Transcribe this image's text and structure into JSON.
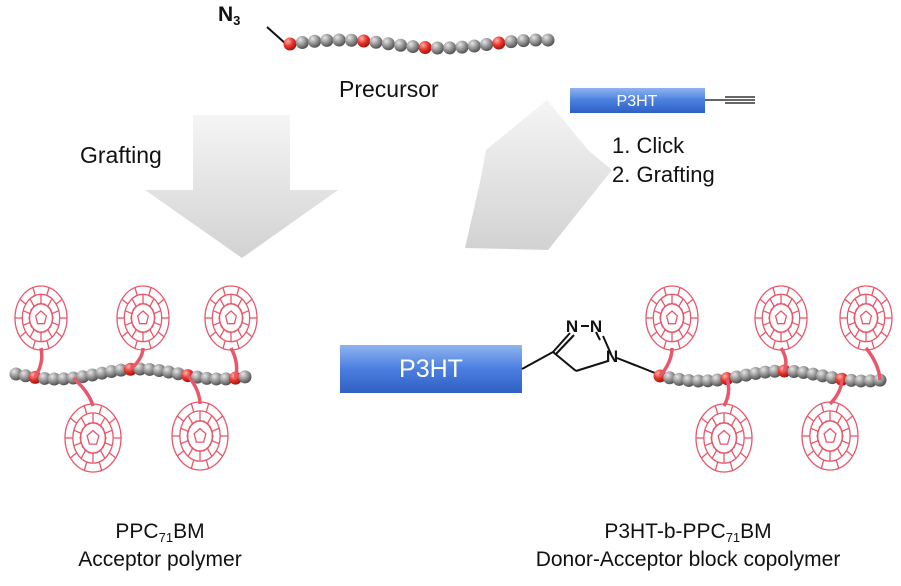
{
  "precursor": {
    "azide_symbol": "N",
    "azide_subscript": "3",
    "label": "Precursor"
  },
  "grafting_label": "Grafting",
  "p3ht_small": {
    "label": "P3HT"
  },
  "steps": [
    "1. Click",
    "2. Grafting"
  ],
  "p3ht_large": {
    "label": "P3HT"
  },
  "triazole": {
    "n1": "N",
    "n2": "N",
    "n3": "N"
  },
  "left_product": {
    "name_prefix": "PPC",
    "name_subscript": "71",
    "name_suffix": "BM",
    "description": "Acceptor polymer"
  },
  "right_product": {
    "name_prefix": "P3HT-b-PPC",
    "name_subscript": "71",
    "name_suffix": "BM",
    "description": "Donor-Acceptor block copolymer"
  },
  "colors": {
    "bead_gray": "#8f8f8f",
    "bead_red": "#e8352b",
    "fullerene": "#e9576a",
    "p3ht_blue": "#4a86e8",
    "arrow_gray": "#d8d8d8"
  }
}
